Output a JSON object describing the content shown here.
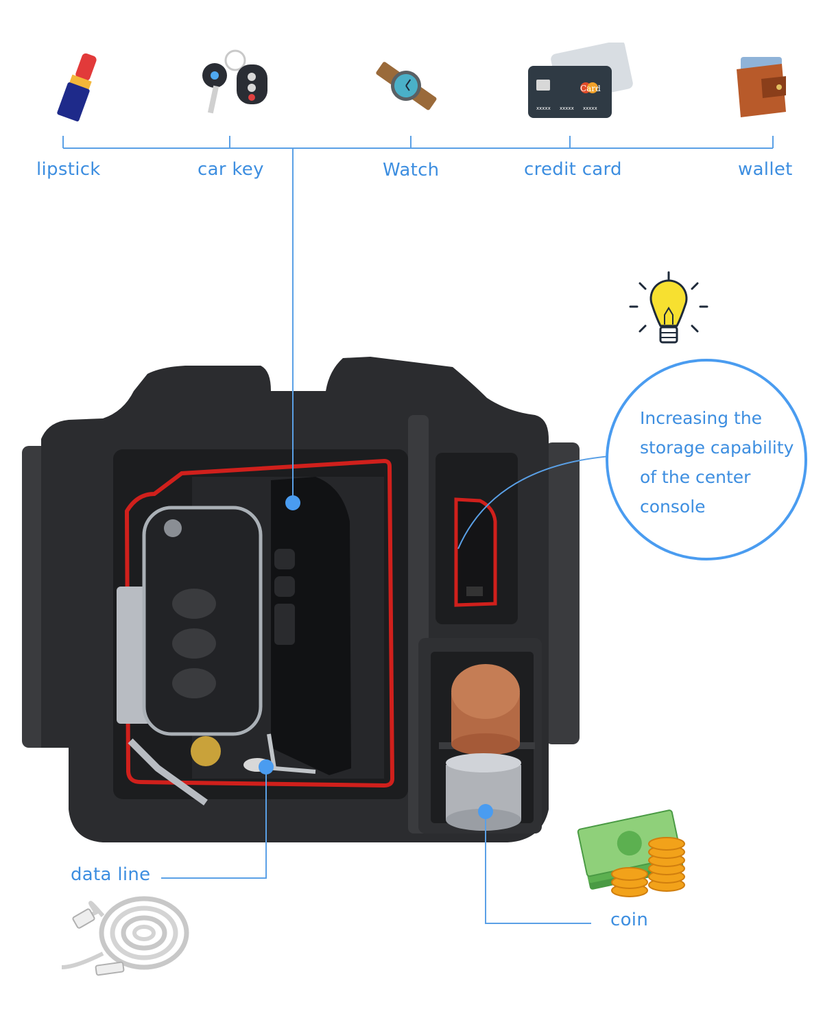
{
  "top_items": [
    {
      "label": "lipstick",
      "icon": "lipstick-icon"
    },
    {
      "label": "car key",
      "icon": "car-key-icon"
    },
    {
      "label": "Watch",
      "icon": "watch-icon"
    },
    {
      "label": "credit card",
      "icon": "credit-card-icon"
    },
    {
      "label": "wallet",
      "icon": "wallet-icon"
    }
  ],
  "card": {
    "brand": "Card",
    "numbers": [
      "xxxxx",
      "xxxxx",
      "xxxxx"
    ]
  },
  "callout": {
    "text": "Increasing the storage capability of the center console"
  },
  "bottom_labels": {
    "data_line": "data line",
    "coin": "coin"
  },
  "colors": {
    "accent": "#3d8ee0",
    "tray": "#2f3032",
    "tray_red": "#d0201c"
  }
}
